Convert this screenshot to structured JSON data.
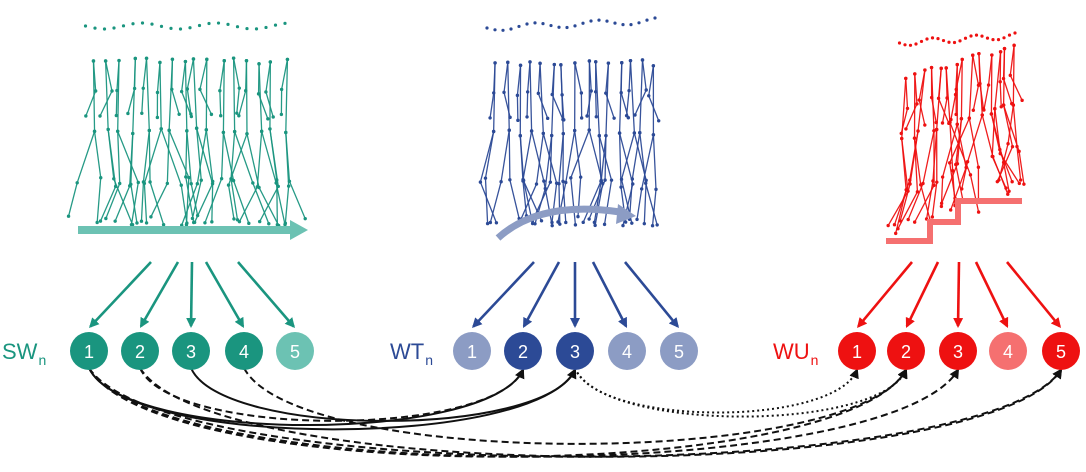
{
  "groups": [
    {
      "id": "sw",
      "label_main": "SW",
      "label_sub": "n",
      "color": "#1a957f",
      "faded_color": "#6cc2b3",
      "terrain": "level-ground",
      "nodes": [
        {
          "label": "1",
          "faded": false
        },
        {
          "label": "2",
          "faded": false
        },
        {
          "label": "3",
          "faded": false
        },
        {
          "label": "4",
          "faded": false
        },
        {
          "label": "5",
          "faded": true
        }
      ]
    },
    {
      "id": "wt",
      "label_main": "WT",
      "label_sub": "n",
      "color": "#2c4a96",
      "faded_color": "#8c9cc4",
      "terrain": "turning",
      "nodes": [
        {
          "label": "1",
          "faded": true
        },
        {
          "label": "2",
          "faded": false
        },
        {
          "label": "3",
          "faded": false
        },
        {
          "label": "4",
          "faded": true
        },
        {
          "label": "5",
          "faded": true
        }
      ]
    },
    {
      "id": "wu",
      "label_main": "WU",
      "label_sub": "n",
      "color": "#ee1111",
      "faded_color": "#f57070",
      "terrain": "stairs",
      "nodes": [
        {
          "label": "1",
          "faded": false
        },
        {
          "label": "2",
          "faded": false
        },
        {
          "label": "3",
          "faded": false
        },
        {
          "label": "4",
          "faded": true
        },
        {
          "label": "5",
          "faded": false
        }
      ]
    }
  ],
  "connections": [
    {
      "from": "sw.1",
      "to": "wt.2",
      "style": "solid"
    },
    {
      "from": "sw.1",
      "to": "wt.3",
      "style": "solid"
    },
    {
      "from": "sw.3",
      "to": "wt.3",
      "style": "solid"
    },
    {
      "from": "wt.3",
      "to": "wu.1",
      "style": "dotted"
    },
    {
      "from": "wt.3",
      "to": "wu.2",
      "style": "dotted"
    },
    {
      "from": "sw.1",
      "to": "wu.2",
      "style": "dashed"
    },
    {
      "from": "sw.1",
      "to": "wu.3",
      "style": "dashed"
    },
    {
      "from": "sw.1",
      "to": "wu.5",
      "style": "dashed"
    },
    {
      "from": "sw.2",
      "to": "wu.5",
      "style": "dashed"
    },
    {
      "from": "sw.4",
      "to": "wu.2",
      "style": "dashed"
    },
    {
      "from": "sw.2",
      "to": "wt.2",
      "style": "dashed"
    }
  ]
}
